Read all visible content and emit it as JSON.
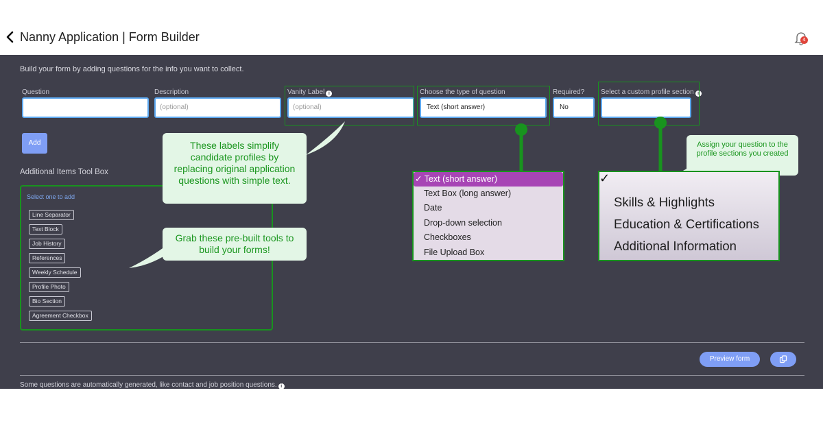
{
  "header": {
    "title": "Nanny Application | Form Builder",
    "notification_count": "4"
  },
  "intro": "Build your form by adding questions for the info you want to collect.",
  "fields": {
    "question": {
      "label": "Question",
      "value": ""
    },
    "description": {
      "label": "Description",
      "placeholder": "(optional)"
    },
    "vanity_label": {
      "label": "Vanity Label",
      "placeholder": "(optional)"
    },
    "question_type": {
      "label": "Choose the type of question",
      "value": "Text (short answer)"
    },
    "required": {
      "label": "Required?",
      "value": "No"
    },
    "profile_section": {
      "label": "Select a custom profile section",
      "value": ""
    }
  },
  "add_button": "Add",
  "toolbox": {
    "title": "Additional Items Tool Box",
    "hint": "Select one to add",
    "items": [
      "Line Separator",
      "Text Block",
      "Job History",
      "References",
      "Weekly Schedule",
      "Profile Photo",
      "Bio Section",
      "Agreement Checkbox"
    ]
  },
  "callouts": {
    "vanity": "These labels simplify candidate profiles by replacing original application questions with simple text.",
    "toolbox": "Grab these pre-built tools to build your forms!",
    "section": "Assign your question to the profile sections you created"
  },
  "type_dropdown": {
    "selected_mark": "✓",
    "options": [
      "Text (short answer)",
      "Text Box (long answer)",
      "Date",
      "Drop-down selection",
      "Checkboxes",
      "File Upload Box"
    ]
  },
  "section_dropdown": {
    "selected_mark": "✓",
    "options": [
      "Skills & Highlights",
      "Education & Certifications",
      "Additional Information"
    ]
  },
  "footer": {
    "preview_button": "Preview form",
    "note": "Some questions are automatically generated, like contact and job position questions."
  },
  "colors": {
    "panel": "#3f3f4b",
    "accent_blue": "#7f9ef5",
    "annotation_green": "#18931e",
    "selected_purple": "#a745b5"
  }
}
